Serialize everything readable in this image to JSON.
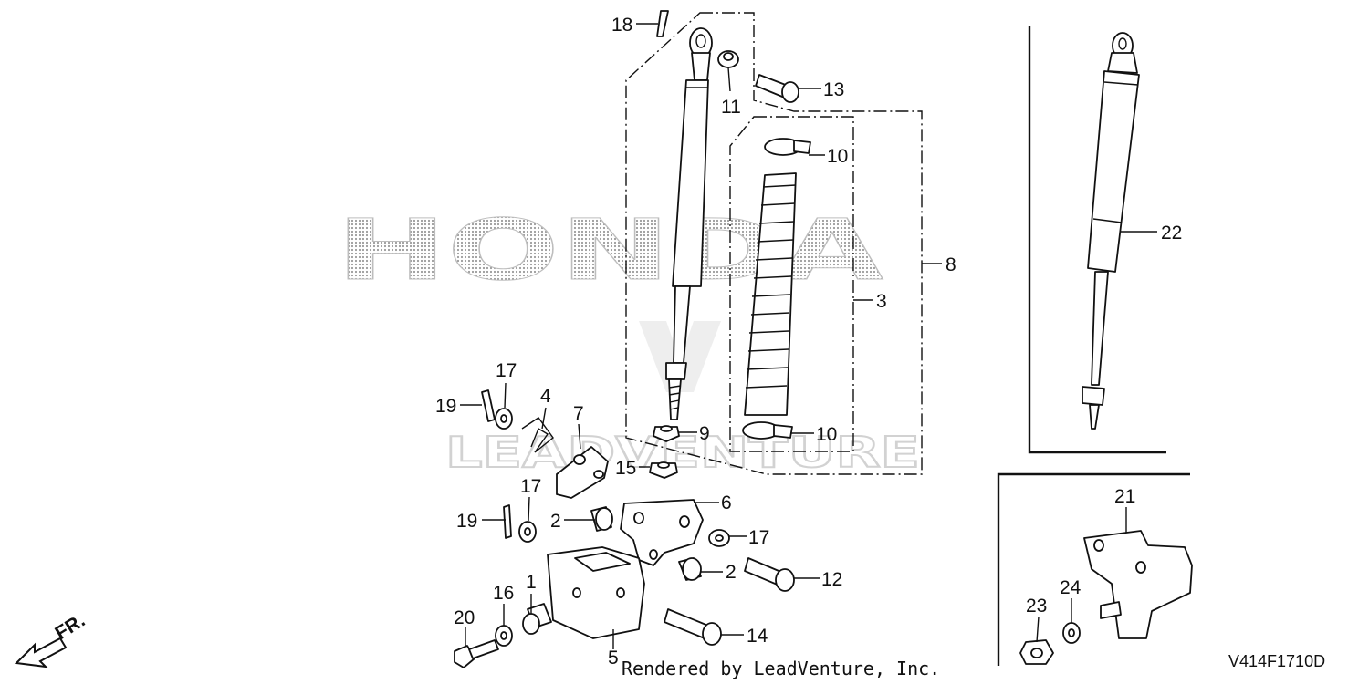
{
  "watermarks": {
    "brand": "HONDA",
    "vendor": "LEADVENTURE"
  },
  "footer": {
    "rendered_by": "Rendered by LeadVenture, Inc.",
    "diagram_code": "V414F1710D",
    "direction": "FR."
  },
  "callouts": [
    {
      "id": "c18",
      "text": "18"
    },
    {
      "id": "c11",
      "text": "11"
    },
    {
      "id": "c13",
      "text": "13"
    },
    {
      "id": "c10a",
      "text": "10"
    },
    {
      "id": "c8",
      "text": "8"
    },
    {
      "id": "c3",
      "text": "3"
    },
    {
      "id": "c9",
      "text": "9"
    },
    {
      "id": "c10b",
      "text": "10"
    },
    {
      "id": "c15",
      "text": "15"
    },
    {
      "id": "c17a",
      "text": "17"
    },
    {
      "id": "c19a",
      "text": "19"
    },
    {
      "id": "c4",
      "text": "4"
    },
    {
      "id": "c7",
      "text": "7"
    },
    {
      "id": "c17b",
      "text": "17"
    },
    {
      "id": "c19b",
      "text": "19"
    },
    {
      "id": "c2a",
      "text": "2"
    },
    {
      "id": "c6",
      "text": "6"
    },
    {
      "id": "c17c",
      "text": "17"
    },
    {
      "id": "c2b",
      "text": "2"
    },
    {
      "id": "c12",
      "text": "12"
    },
    {
      "id": "c1",
      "text": "1"
    },
    {
      "id": "c16",
      "text": "16"
    },
    {
      "id": "c20",
      "text": "20"
    },
    {
      "id": "c14",
      "text": "14"
    },
    {
      "id": "c5",
      "text": "5"
    },
    {
      "id": "c22",
      "text": "22"
    },
    {
      "id": "c21",
      "text": "21"
    },
    {
      "id": "c23",
      "text": "23"
    },
    {
      "id": "c24",
      "text": "24"
    }
  ]
}
